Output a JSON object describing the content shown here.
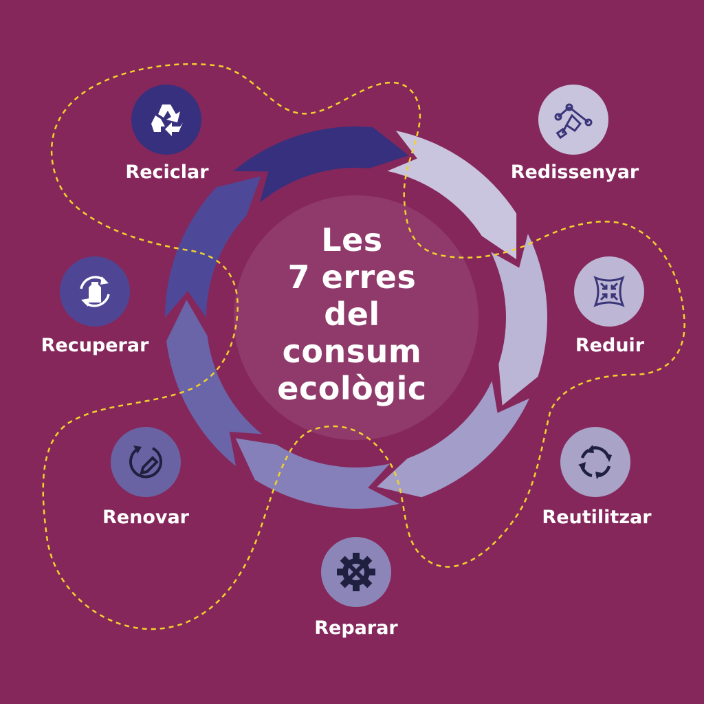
{
  "title_lines": [
    "Les",
    "7 erres",
    "del",
    "consum",
    "ecològic"
  ],
  "items": [
    {
      "label": "Reciclar",
      "icon": "recycle-icon",
      "circle_color": "#36307e",
      "icon_color": "#ffffff"
    },
    {
      "label": "Redissenyar",
      "icon": "pen-tool-icon",
      "circle_color": "#c9c4dd",
      "icon_color": "#3a3578"
    },
    {
      "label": "Reduir",
      "icon": "reduce-arrows-icon",
      "circle_color": "#bdb7d5",
      "icon_color": "#3a3578"
    },
    {
      "label": "Reutilitzar",
      "icon": "reuse-cycle-icon",
      "circle_color": "#a9a3c8",
      "icon_color": "#1f1f3f"
    },
    {
      "label": "Reparar",
      "icon": "wrench-gear-icon",
      "circle_color": "#8c86b8",
      "icon_color": "#1f1f3f"
    },
    {
      "label": "Renovar",
      "icon": "renew-pencil-icon",
      "circle_color": "#6a63a3",
      "icon_color": "#1f1f3f"
    },
    {
      "label": "Recuperar",
      "icon": "recover-bottle-icon",
      "circle_color": "#4e4694",
      "icon_color": "#ffffff"
    }
  ],
  "colors": {
    "background": "#85275b",
    "center_disc": "#8f3a6a",
    "dashed_path": "#f2d22b",
    "arrows": [
      "#36307e",
      "#cac5de",
      "#bbb6d6",
      "#a29dc9",
      "#8580b9",
      "#6a64a8",
      "#4e4898"
    ]
  }
}
